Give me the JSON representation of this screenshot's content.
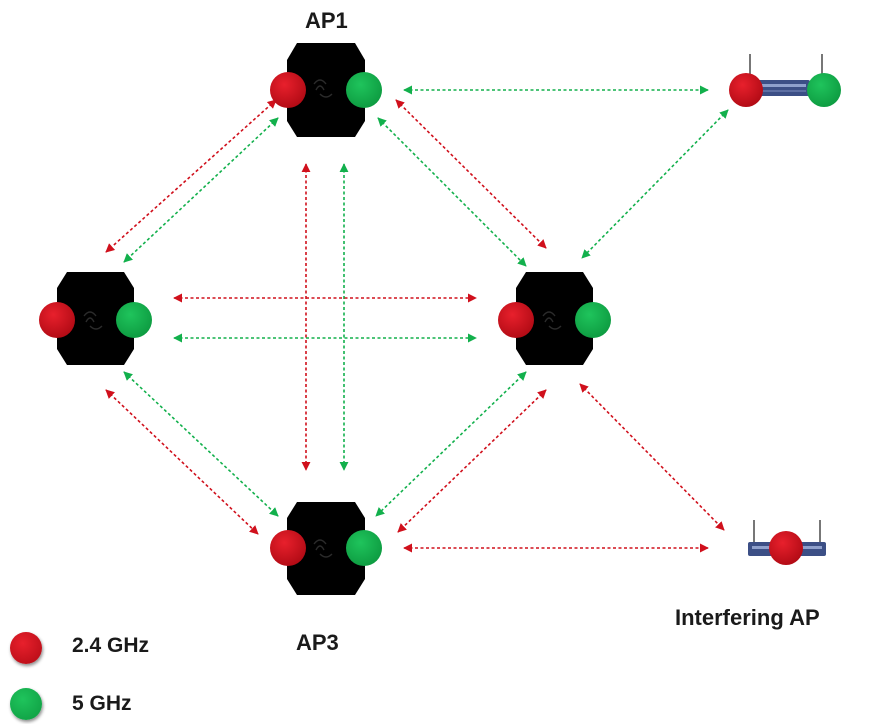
{
  "labels": {
    "ap1": "AP1",
    "ap3": "AP3",
    "interfering": "Interfering AP"
  },
  "legend": {
    "band_24": "2.4 GHz",
    "band_5": "5 GHz"
  },
  "colors": {
    "band_24": "#d0101c",
    "band_5": "#12b04c",
    "ap_body": "#000000"
  },
  "nodes": [
    {
      "id": "ap-top",
      "label_key": "ap1",
      "bands": [
        "2.4 GHz",
        "5 GHz"
      ]
    },
    {
      "id": "ap-left",
      "bands": [
        "2.4 GHz",
        "5 GHz"
      ]
    },
    {
      "id": "ap-right",
      "bands": [
        "2.4 GHz",
        "5 GHz"
      ]
    },
    {
      "id": "ap-bottom",
      "label_key": "ap3",
      "bands": [
        "2.4 GHz",
        "5 GHz"
      ]
    },
    {
      "id": "interferer-top",
      "bands": [
        "2.4 GHz",
        "5 GHz"
      ]
    },
    {
      "id": "interferer-bottom",
      "label_key": "interfering",
      "bands": [
        "2.4 GHz"
      ]
    }
  ],
  "links": [
    {
      "from": "ap-top",
      "to": "ap-left",
      "band": "2.4 GHz"
    },
    {
      "from": "ap-top",
      "to": "ap-left",
      "band": "5 GHz"
    },
    {
      "from": "ap-top",
      "to": "ap-right",
      "band": "2.4 GHz"
    },
    {
      "from": "ap-top",
      "to": "ap-right",
      "band": "5 GHz"
    },
    {
      "from": "ap-top",
      "to": "ap-bottom",
      "band": "2.4 GHz"
    },
    {
      "from": "ap-top",
      "to": "ap-bottom",
      "band": "5 GHz"
    },
    {
      "from": "ap-top",
      "to": "interferer-top",
      "band": "5 GHz"
    },
    {
      "from": "ap-left",
      "to": "ap-right",
      "band": "2.4 GHz"
    },
    {
      "from": "ap-left",
      "to": "ap-right",
      "band": "5 GHz"
    },
    {
      "from": "ap-left",
      "to": "ap-bottom",
      "band": "2.4 GHz"
    },
    {
      "from": "ap-left",
      "to": "ap-bottom",
      "band": "5 GHz"
    },
    {
      "from": "ap-right",
      "to": "interferer-top",
      "band": "5 GHz"
    },
    {
      "from": "ap-right",
      "to": "ap-bottom",
      "band": "2.4 GHz"
    },
    {
      "from": "ap-right",
      "to": "ap-bottom",
      "band": "5 GHz"
    },
    {
      "from": "ap-right",
      "to": "interferer-bottom",
      "band": "2.4 GHz"
    },
    {
      "from": "ap-bottom",
      "to": "interferer-bottom",
      "band": "2.4 GHz"
    }
  ]
}
